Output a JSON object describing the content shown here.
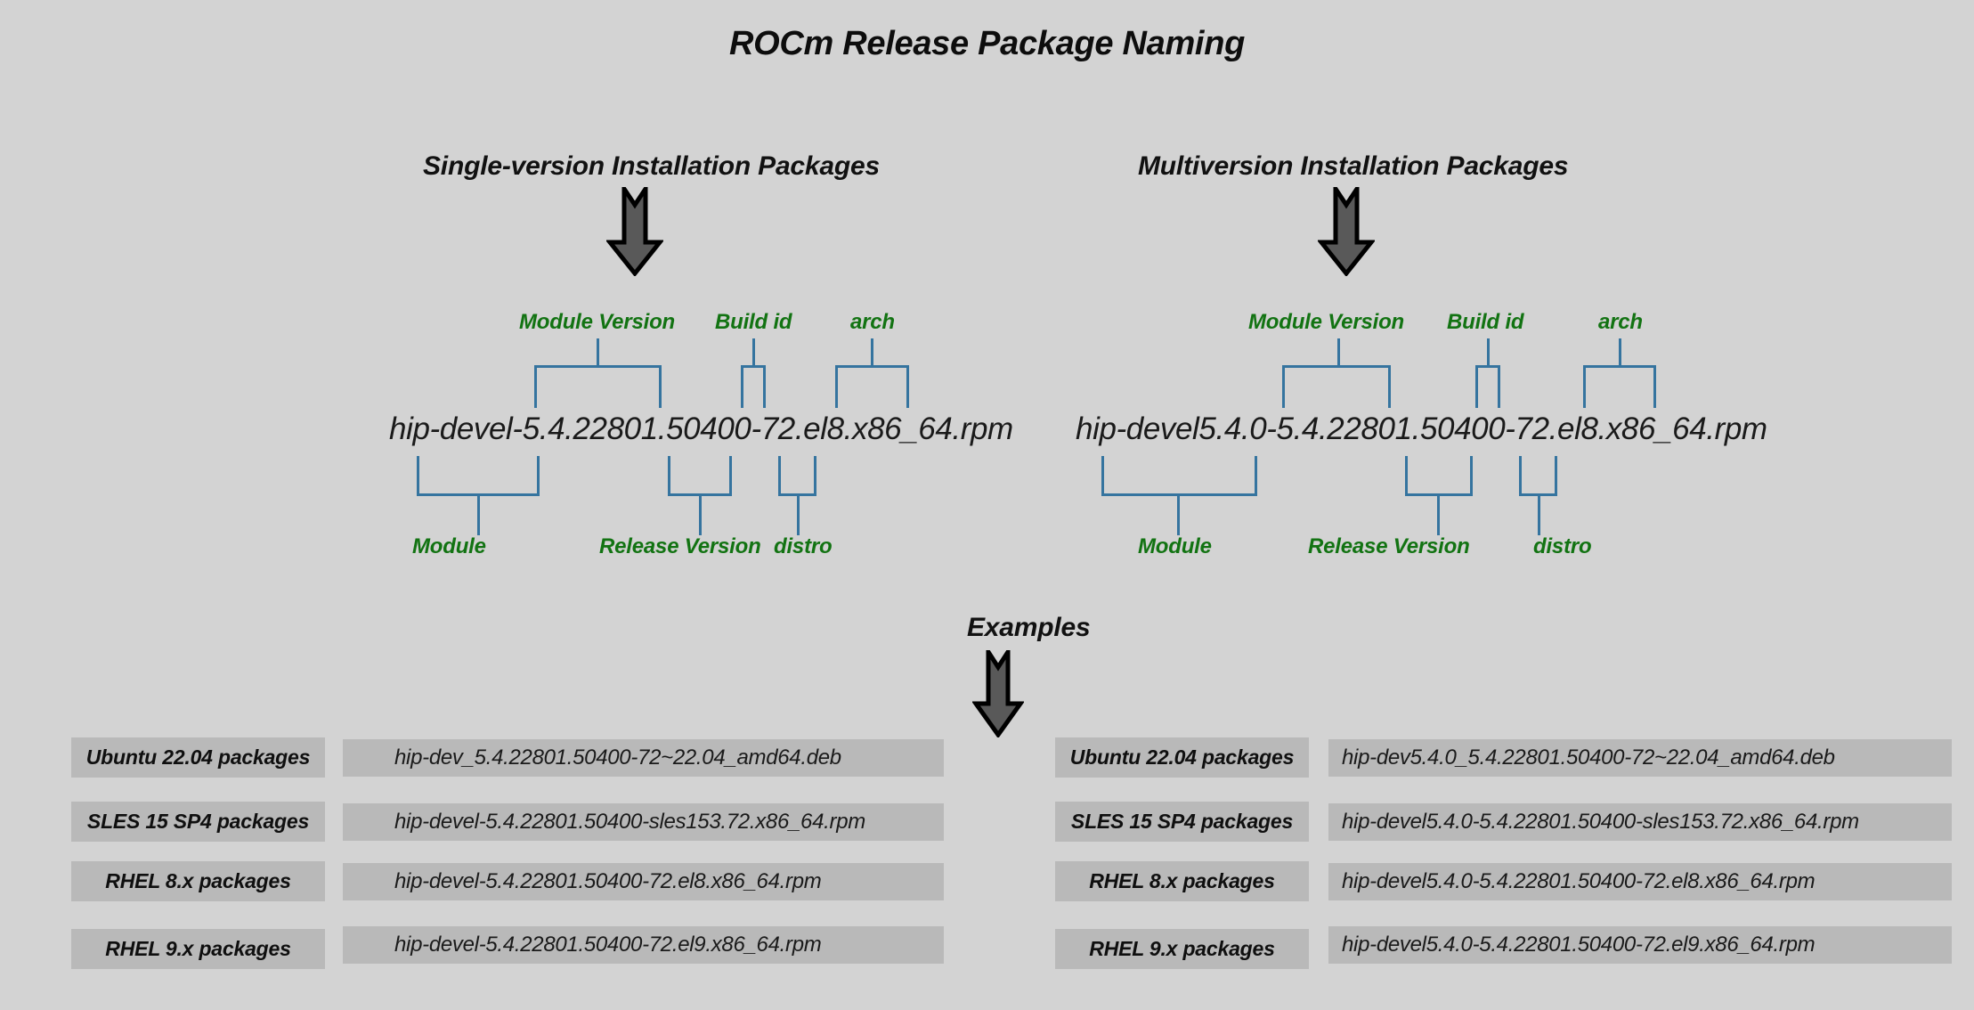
{
  "title": "ROCm Release Package Naming",
  "examples_heading": "Examples",
  "icons": {
    "down_arrow": "down-arrow-icon"
  },
  "colors": {
    "background": "#d3d3d3",
    "box": "#b9b9b9",
    "bracket_blue": "#35749f",
    "tag_green": "#127312",
    "arrow_fill": "#595959",
    "arrow_outline": "#000000",
    "text": "#1a1a1a"
  },
  "panels": [
    {
      "id": "single-version",
      "heading": "Single-version Installation Packages",
      "package": "hip-devel-5.4.22801.50400-72.el8.x86_64.rpm",
      "top_tags": [
        {
          "label": "Module Version"
        },
        {
          "label": "Build id"
        },
        {
          "label": "arch"
        }
      ],
      "bottom_tags": [
        {
          "label": "Module"
        },
        {
          "label": "Release Version"
        },
        {
          "label": "distro"
        }
      ],
      "examples": [
        {
          "label": "Ubuntu 22.04 packages",
          "value": "hip-dev_5.4.22801.50400-72~22.04_amd64.deb"
        },
        {
          "label": "SLES 15 SP4 packages",
          "value": "hip-devel-5.4.22801.50400-sles153.72.x86_64.rpm"
        },
        {
          "label": "RHEL 8.x packages",
          "value": "hip-devel-5.4.22801.50400-72.el8.x86_64.rpm"
        },
        {
          "label": "RHEL 9.x packages",
          "value": "hip-devel-5.4.22801.50400-72.el9.x86_64.rpm"
        }
      ]
    },
    {
      "id": "multiversion",
      "heading": "Multiversion Installation Packages",
      "package": "hip-devel5.4.0-5.4.22801.50400-72.el8.x86_64.rpm",
      "top_tags": [
        {
          "label": "Module Version"
        },
        {
          "label": "Build id"
        },
        {
          "label": "arch"
        }
      ],
      "bottom_tags": [
        {
          "label": "Module"
        },
        {
          "label": "Release Version"
        },
        {
          "label": "distro"
        }
      ],
      "examples": [
        {
          "label": "Ubuntu 22.04 packages",
          "value": "hip-dev5.4.0_5.4.22801.50400-72~22.04_amd64.deb"
        },
        {
          "label": "SLES 15 SP4 packages",
          "value": "hip-devel5.4.0-5.4.22801.50400-sles153.72.x86_64.rpm"
        },
        {
          "label": "RHEL 8.x packages",
          "value": "hip-devel5.4.0-5.4.22801.50400-72.el8.x86_64.rpm"
        },
        {
          "label": "RHEL 9.x packages",
          "value": "hip-devel5.4.0-5.4.22801.50400-72.el9.x86_64.rpm"
        }
      ]
    }
  ]
}
